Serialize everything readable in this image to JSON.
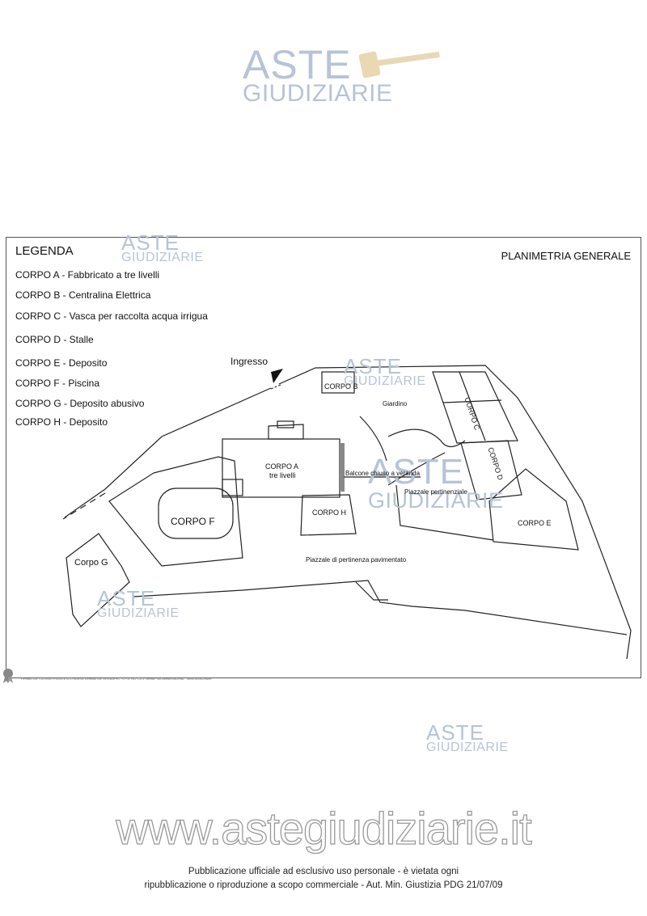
{
  "watermark": {
    "brand_top": "ASTE",
    "brand_bottom": "GIUDIZIARIE"
  },
  "legend": {
    "title": "LEGENDA",
    "items": [
      "CORPO A - Fabbricato a tre livelli",
      "CORPO B - Centralina Elettrica",
      "CORPO C - Vasca per raccolta acqua irrigua",
      "CORPO D - Stalle",
      "CORPO E - Deposito",
      "CORPO F - Piscina",
      "CORPO G - Deposito abusivo",
      "CORPO H - Deposito"
    ]
  },
  "plan": {
    "title": "PLANIMETRIA GENERALE",
    "labels": {
      "ingresso": "Ingresso",
      "corpo_a_line1": "CORPO A",
      "corpo_a_line2": "tre livelli",
      "corpo_b": "CORPO B",
      "corpo_c": "CORPO C",
      "corpo_d": "CORPO D",
      "corpo_e": "CORPO E",
      "corpo_f": "CORPO F",
      "corpo_g": "Corpo G",
      "corpo_h": "CORPO H",
      "giardino": "Giardino",
      "balcone": "Balcone chiuso a veranda",
      "piazzale_pertinenziale": "Piazzale pertinenziale",
      "piazzale_pavimentato": "Piazzale di pertinenza pavimentato"
    }
  },
  "signature": "Firmato Da: CATENA FRANCESCO MARIA Emesso Da: ARUBAPEC S.P.A. NG CA 3 Serial#: 4b03ce8b00b2ea8 - 5b060b2d6296be",
  "footer": {
    "url": "www.astegiudiziarie.it",
    "line1": "Pubblicazione ufficiale ad esclusivo uso personale - è vietata ogni",
    "line2": "ripubblicazione o riproduzione a scopo commerciale - Aut. Min. Giustizia PDG 21/07/09"
  }
}
